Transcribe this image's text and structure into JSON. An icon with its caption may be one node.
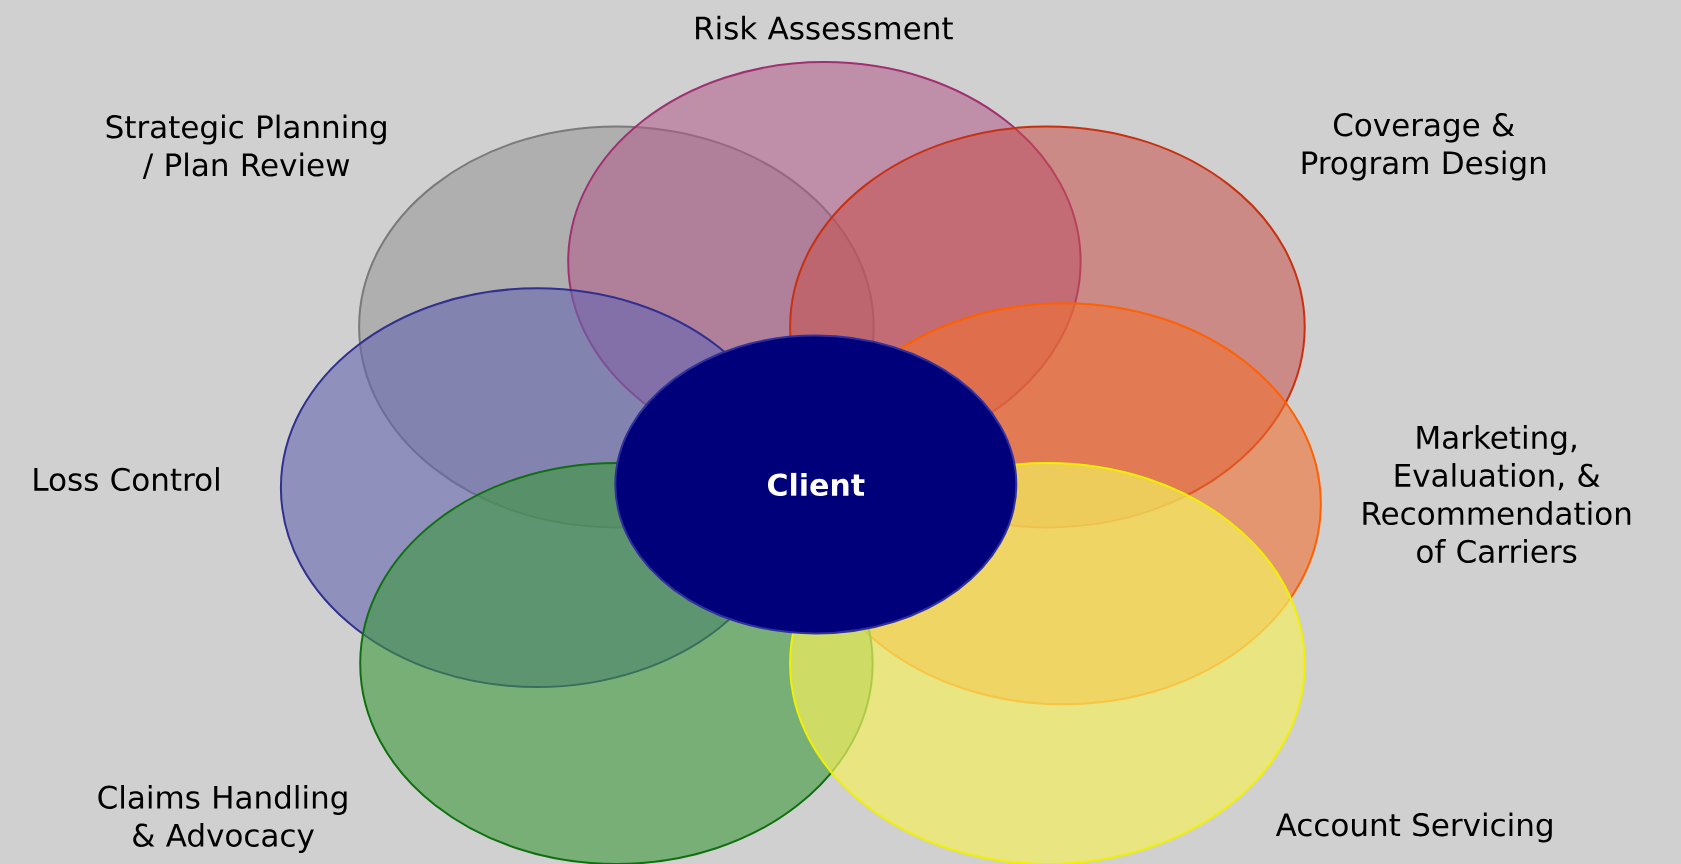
{
  "diagram": {
    "nodes": [
      {
        "text": [
          "Strategic Planning / Plan Review"
        ]
      },
      {
        "text": [
          "Risk Assessment"
        ]
      },
      {
        "text": [
          "Coverage & Program Design"
        ]
      },
      {
        "text": [
          "Loss Control"
        ]
      },
      {
        "text": [
          "Marketing, Evaluation, & Recommendation of Carriers"
        ]
      },
      {
        "text": [
          "Claims Handling & Advocacy"
        ]
      },
      {
        "text": [
          "Account Servicing"
        ]
      },
      {
        "text": [
          "Client"
        ]
      }
    ]
  }
}
